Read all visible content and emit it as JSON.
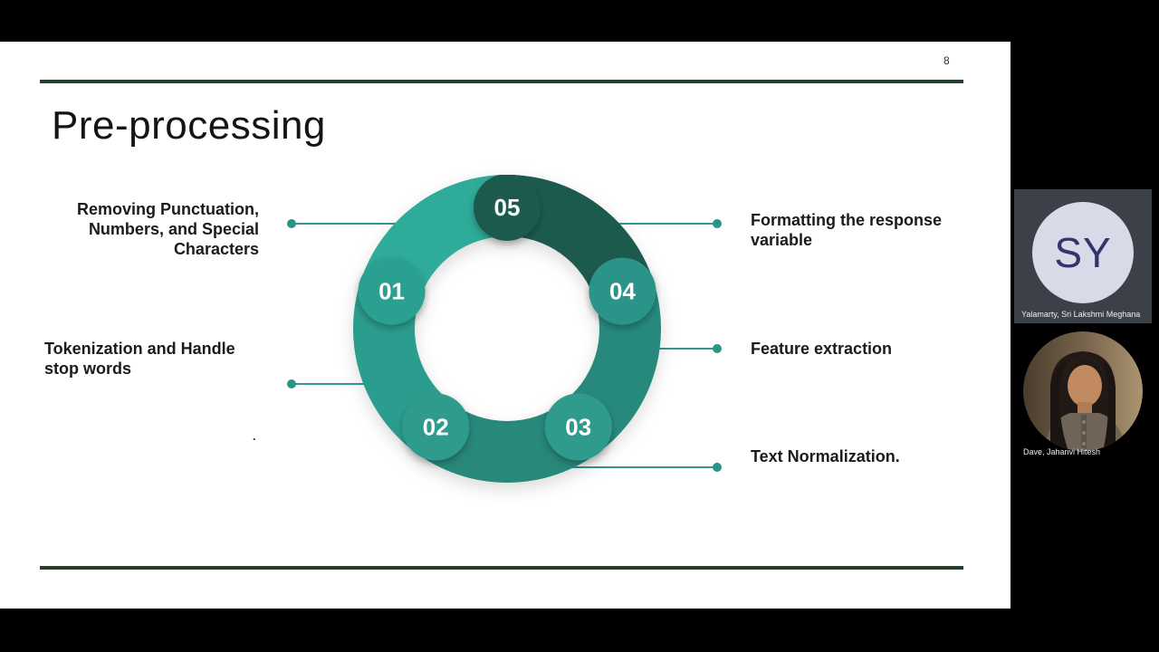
{
  "slide": {
    "page_number": "8",
    "title": "Pre-processing",
    "stray_mark": ".",
    "accent_rule_color": "#26402e",
    "diagram": {
      "type": "cycle-donut",
      "leader_color": "#35988c",
      "dot_color": "#2a9486",
      "steps": [
        {
          "num": "01"
        },
        {
          "num": "02"
        },
        {
          "num": "03"
        },
        {
          "num": "04"
        },
        {
          "num": "05"
        }
      ],
      "labels": [
        {
          "text": "Removing Punctuation, Numbers, and Special Characters",
          "side": "left-top"
        },
        {
          "text": "Tokenization and Handle stop words",
          "side": "left-bottom"
        },
        {
          "text": "Formatting the response variable",
          "side": "right-top"
        },
        {
          "text": "Feature extraction",
          "side": "right-middle"
        },
        {
          "text": "Text Normalization.",
          "side": "right-bottom"
        }
      ],
      "arc_colors": [
        "#2eab99",
        "#1d5a4e",
        "#27897c",
        "#28887a",
        "#2b9d8e"
      ],
      "bubble_colors": [
        "#2aa090",
        "#2f9b8c",
        "#2f9b8c",
        "#2b9488",
        "#1d5a4e"
      ]
    }
  },
  "sidebar": {
    "participants": [
      {
        "display_name": "Yalamarty, Sri Lakshmi Meghana",
        "initials": "SY",
        "avatar_type": "initials",
        "avatar_bg": "#d8dae8",
        "initials_color": "#32356b",
        "tile_bg": "#3c4049"
      },
      {
        "display_name": "Dave, Jahanvi Hitesh",
        "avatar_type": "photo",
        "tile_bg": "#000000"
      }
    ]
  }
}
